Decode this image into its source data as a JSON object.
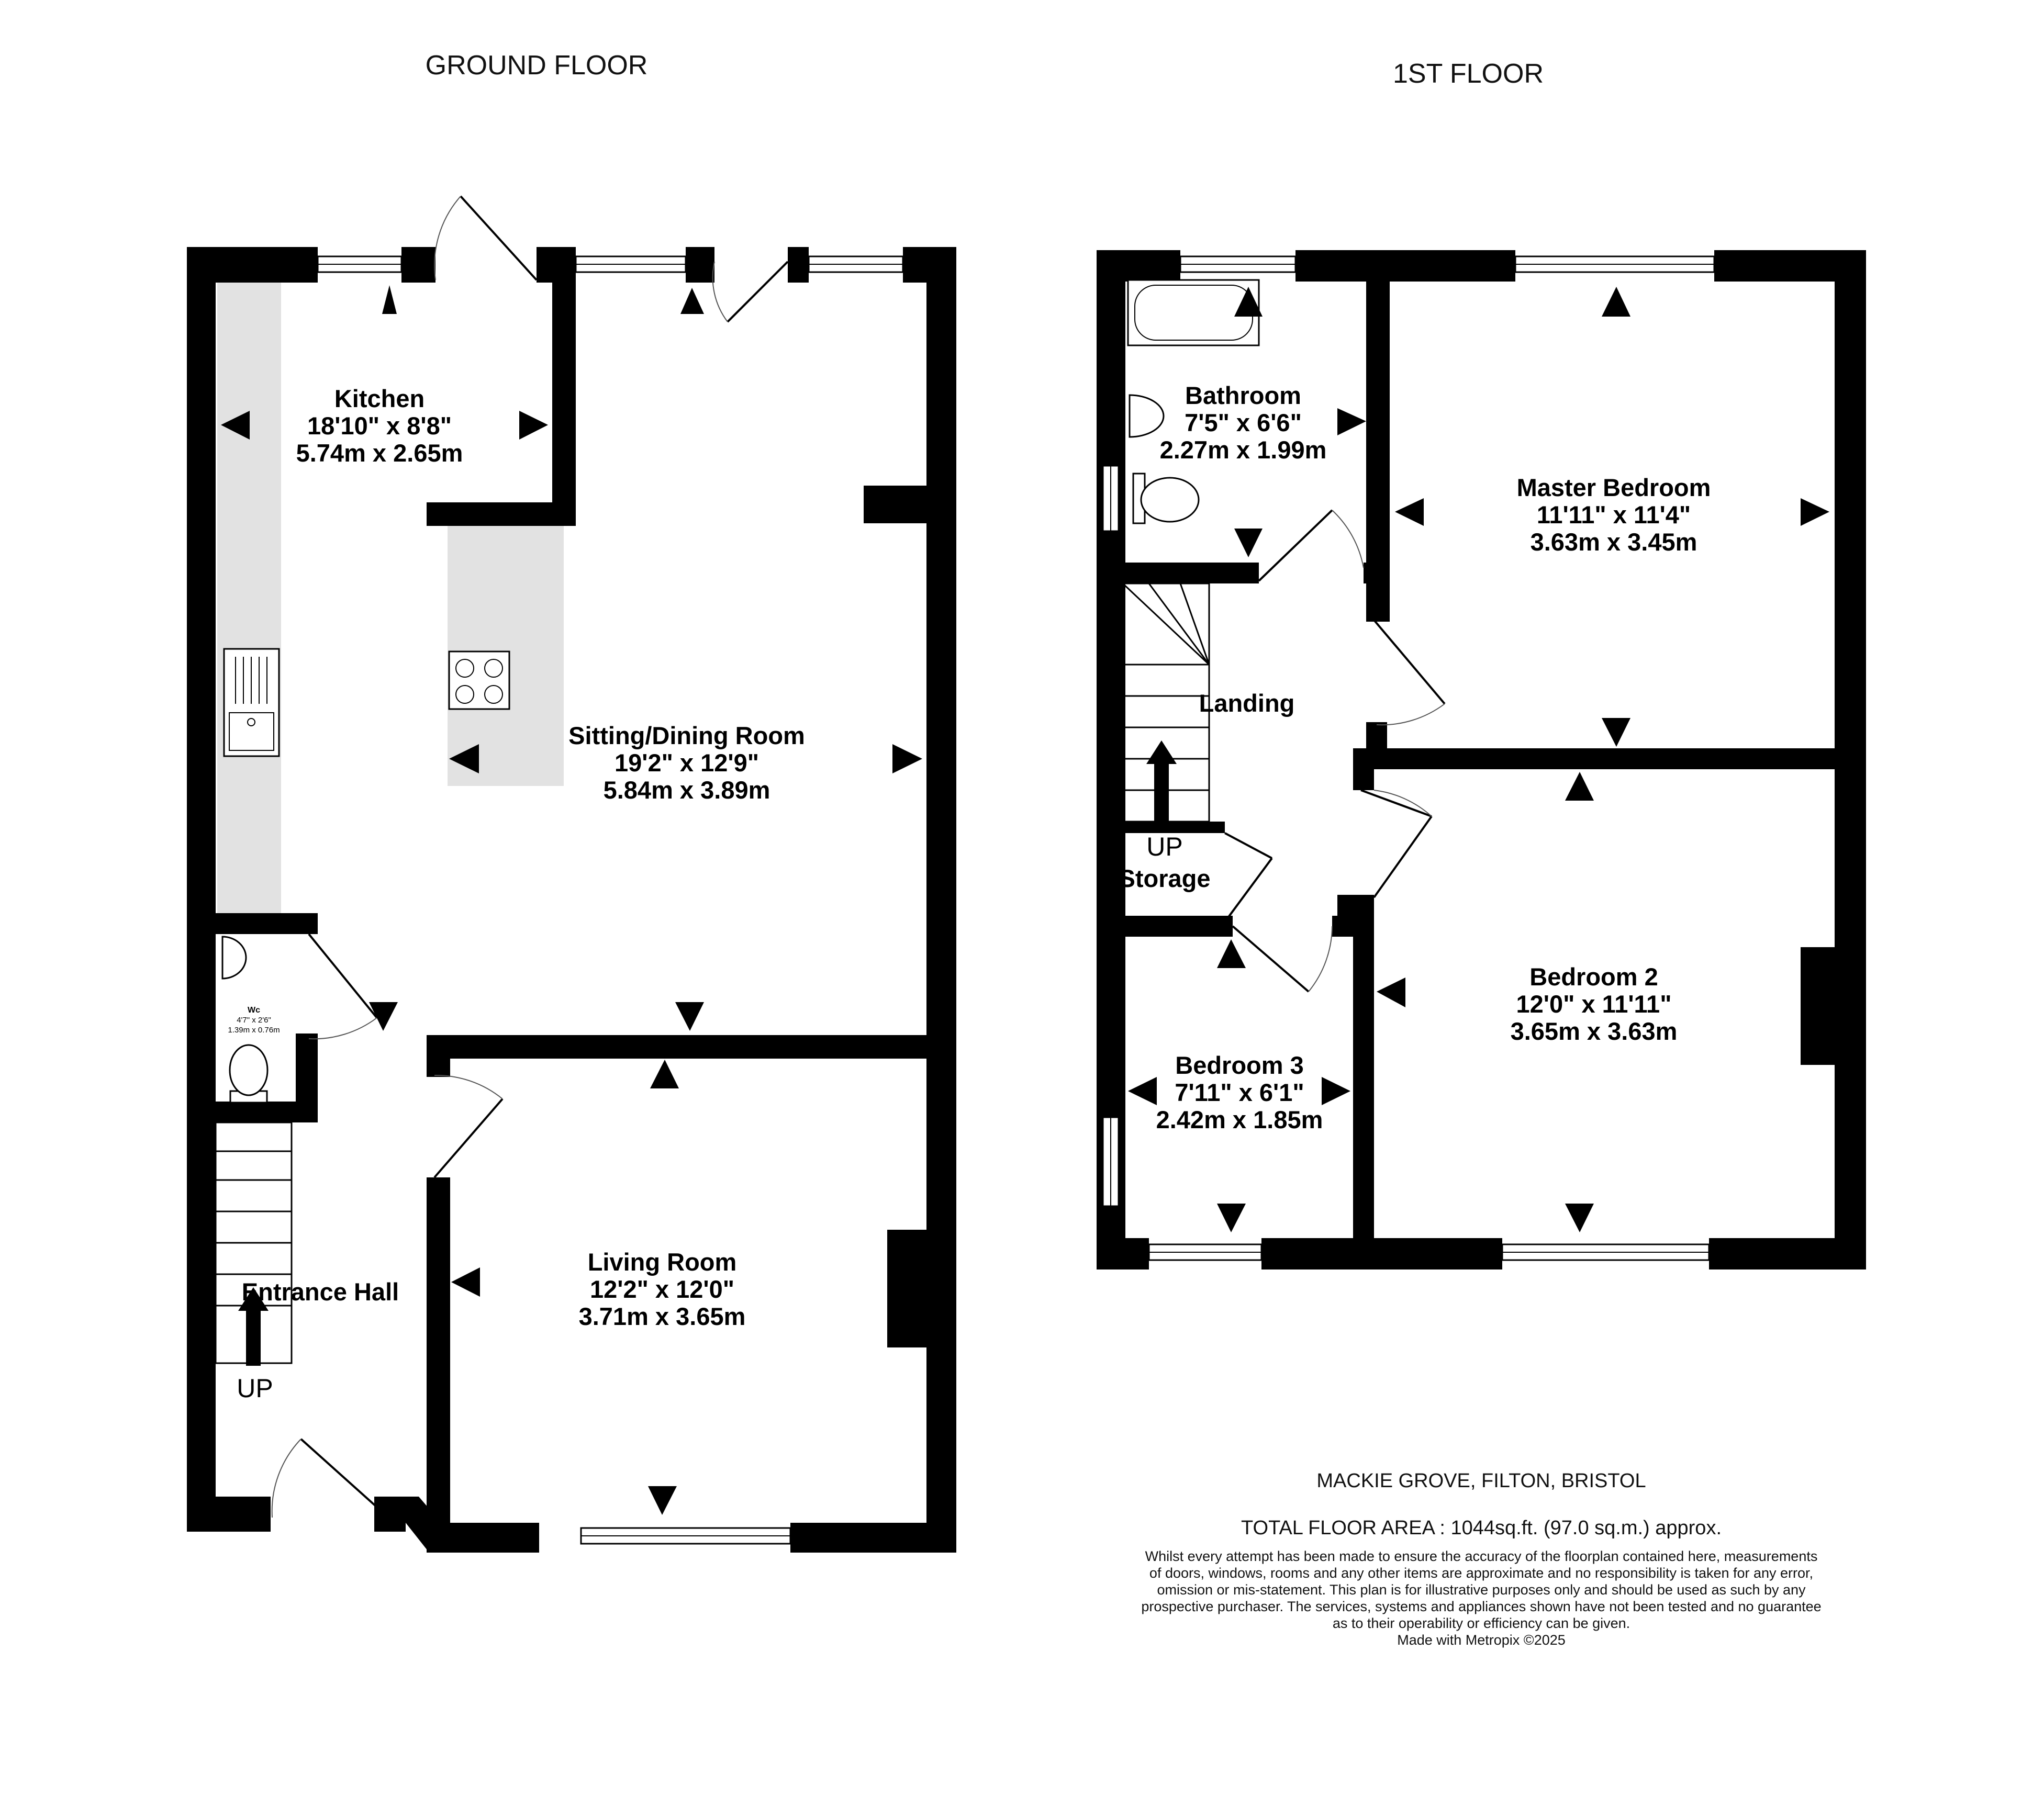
{
  "plan": {
    "ground_floor_label": "GROUND FLOOR",
    "first_floor_label": "1ST FLOOR",
    "rooms": {
      "kitchen": {
        "name": "Kitchen",
        "imperial": "18'10\"  x 8'8\"",
        "metric": "5.74m  x 2.65m"
      },
      "sitting": {
        "name": "Sitting/Dining Room",
        "imperial": "19'2\"  x 12'9\"",
        "metric": "5.84m  x 3.89m"
      },
      "wc": {
        "name": "Wc",
        "imperial": "4'7\"  x 2'6\"",
        "metric": "1.39m  x 0.76m"
      },
      "hall": {
        "name": "Entrance Hall"
      },
      "living": {
        "name": "Living Room",
        "imperial": "12'2\"  x 12'0\"",
        "metric": "3.71m  x 3.65m"
      },
      "bathroom": {
        "name": "Bathroom",
        "imperial": "7'5\"  x 6'6\"",
        "metric": "2.27m  x 1.99m"
      },
      "master": {
        "name": "Master Bedroom",
        "imperial": "11'11\"  x 11'4\"",
        "metric": "3.63m  x 3.45m"
      },
      "landing": {
        "name": "Landing"
      },
      "storage": {
        "name": "Storage"
      },
      "bedroom2": {
        "name": "Bedroom 2",
        "imperial": "12'0\"  x 11'11\"",
        "metric": "3.65m  x 3.63m"
      },
      "bedroom3": {
        "name": "Bedroom 3",
        "imperial": "7'11\"  x 6'1\"",
        "metric": "2.42m  x 1.85m"
      }
    },
    "stairs_label_ground": "UP",
    "stairs_label_first": "UP"
  },
  "footer": {
    "address": "MACKIE GROVE, FILTON, BRISTOL",
    "total_area": "TOTAL FLOOR AREA : 1044sq.ft. (97.0 sq.m.) approx.",
    "disclaimer_lines": [
      "Whilst every attempt has been made to ensure the accuracy of the floorplan contained here, measurements",
      "of doors, windows, rooms and any other items are approximate and no responsibility is taken for any error,",
      "omission or mis-statement. This plan is for illustrative purposes only and should be used as such by any",
      "prospective purchaser. The services, systems and appliances shown have not been tested and no guarantee",
      "as to their operability or efficiency can be given."
    ],
    "credit": "Made with Metropix ©2025"
  },
  "colors": {
    "wall": "#000000",
    "counter": "#e2e2e2",
    "background": "#ffffff"
  }
}
